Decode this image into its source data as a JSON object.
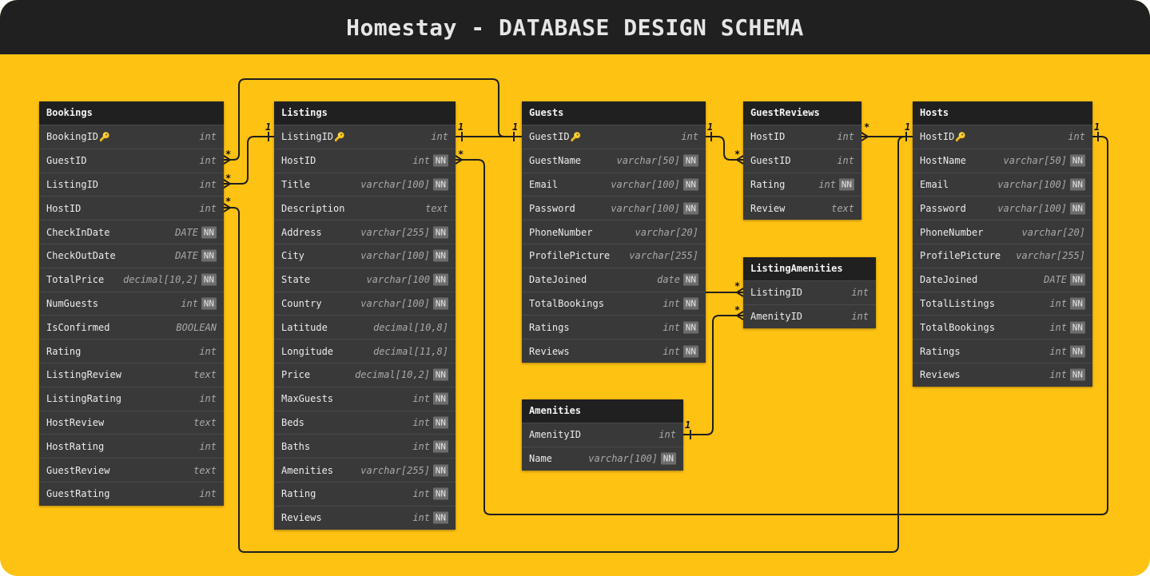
{
  "diagram": {
    "title": "Homestay - DATABASE DESIGN SCHEMA"
  },
  "tables": [
    {
      "name": "Bookings",
      "fields": [
        {
          "name": "BookingID",
          "type": "int",
          "nn": false,
          "pk": true
        },
        {
          "name": "GuestID",
          "type": "int",
          "nn": false
        },
        {
          "name": "ListingID",
          "type": "int",
          "nn": false
        },
        {
          "name": "HostID",
          "type": "int",
          "nn": false
        },
        {
          "name": "CheckInDate",
          "type": "DATE",
          "nn": true
        },
        {
          "name": "CheckOutDate",
          "type": "DATE",
          "nn": true
        },
        {
          "name": "TotalPrice",
          "type": "decimal[10,2]",
          "nn": true
        },
        {
          "name": "NumGuests",
          "type": "int",
          "nn": true
        },
        {
          "name": "IsConfirmed",
          "type": "BOOLEAN",
          "nn": false
        },
        {
          "name": "Rating",
          "type": "int",
          "nn": false
        },
        {
          "name": "ListingReview",
          "type": "text",
          "nn": false
        },
        {
          "name": "ListingRating",
          "type": "int",
          "nn": false
        },
        {
          "name": "HostReview",
          "type": "text",
          "nn": false
        },
        {
          "name": "HostRating",
          "type": "int",
          "nn": false
        },
        {
          "name": "GuestReview",
          "type": "text",
          "nn": false
        },
        {
          "name": "GuestRating",
          "type": "int",
          "nn": false
        }
      ]
    },
    {
      "name": "Listings",
      "fields": [
        {
          "name": "ListingID",
          "type": "int",
          "nn": false,
          "pk": true
        },
        {
          "name": "HostID",
          "type": "int",
          "nn": true
        },
        {
          "name": "Title",
          "type": "varchar[100]",
          "nn": true
        },
        {
          "name": "Description",
          "type": "text",
          "nn": false
        },
        {
          "name": "Address",
          "type": "varchar[255]",
          "nn": true
        },
        {
          "name": "City",
          "type": "varchar[100]",
          "nn": true
        },
        {
          "name": "State",
          "type": "varchar[100",
          "nn": true
        },
        {
          "name": "Country",
          "type": "varchar[100]",
          "nn": true
        },
        {
          "name": "Latitude",
          "type": "decimal[10,8]",
          "nn": false
        },
        {
          "name": "Longitude",
          "type": "decimal[11,8]",
          "nn": false
        },
        {
          "name": "Price",
          "type": "decimal[10,2]",
          "nn": true
        },
        {
          "name": "MaxGuests",
          "type": "int",
          "nn": true
        },
        {
          "name": "Beds",
          "type": "int",
          "nn": true
        },
        {
          "name": "Baths",
          "type": "int",
          "nn": true
        },
        {
          "name": "Amenities",
          "type": "varchar[255]",
          "nn": true
        },
        {
          "name": "Rating",
          "type": "int",
          "nn": true
        },
        {
          "name": "Reviews",
          "type": "int",
          "nn": true
        }
      ]
    },
    {
      "name": "Guests",
      "fields": [
        {
          "name": "GuestID",
          "type": "int",
          "nn": false,
          "pk": true
        },
        {
          "name": "GuestName",
          "type": "varchar[50]",
          "nn": true
        },
        {
          "name": "Email",
          "type": "varchar[100]",
          "nn": true
        },
        {
          "name": "Password",
          "type": "varchar[100]",
          "nn": true
        },
        {
          "name": "PhoneNumber",
          "type": "varchar[20]",
          "nn": false
        },
        {
          "name": "ProfilePicture",
          "type": "varchar[255]",
          "nn": false
        },
        {
          "name": "DateJoined",
          "type": "date",
          "nn": true
        },
        {
          "name": "TotalBookings",
          "type": "int",
          "nn": true
        },
        {
          "name": "Ratings",
          "type": "int",
          "nn": true
        },
        {
          "name": "Reviews",
          "type": "int",
          "nn": true
        }
      ]
    },
    {
      "name": "GuestReviews",
      "fields": [
        {
          "name": "HostID",
          "type": "int",
          "nn": false
        },
        {
          "name": "GuestID",
          "type": "int",
          "nn": false
        },
        {
          "name": "Rating",
          "type": "int",
          "nn": true
        },
        {
          "name": "Review",
          "type": "text",
          "nn": false
        }
      ]
    },
    {
      "name": "ListingAmenities",
      "fields": [
        {
          "name": "ListingID",
          "type": "int",
          "nn": false
        },
        {
          "name": "AmenityID",
          "type": "int",
          "nn": false
        }
      ]
    },
    {
      "name": "Amenities",
      "fields": [
        {
          "name": "AmenityID",
          "type": "int",
          "nn": false
        },
        {
          "name": "Name",
          "type": "varchar[100]",
          "nn": true
        }
      ]
    },
    {
      "name": "Hosts",
      "fields": [
        {
          "name": "HostID",
          "type": "int",
          "nn": false,
          "pk": true
        },
        {
          "name": "HostName",
          "type": "varchar[50]",
          "nn": true
        },
        {
          "name": "Email",
          "type": "varchar[100]",
          "nn": true
        },
        {
          "name": "Password",
          "type": "varchar[100]",
          "nn": true
        },
        {
          "name": "PhoneNumber",
          "type": "varchar[20]",
          "nn": false
        },
        {
          "name": "ProfilePicture",
          "type": "varchar[255]",
          "nn": false
        },
        {
          "name": "DateJoined",
          "type": "DATE",
          "nn": true
        },
        {
          "name": "TotalListings",
          "type": "int",
          "nn": true
        },
        {
          "name": "TotalBookings",
          "type": "int",
          "nn": true
        },
        {
          "name": "Ratings",
          "type": "int",
          "nn": true
        },
        {
          "name": "Reviews",
          "type": "int",
          "nn": true
        }
      ]
    }
  ],
  "labels": {
    "nn_badge": "NN",
    "key_icon": "🔑"
  },
  "relationships": [
    {
      "from": "Bookings.GuestID",
      "to": "Guests.GuestID",
      "from_card": "*",
      "to_card": "1"
    },
    {
      "from": "Bookings.ListingID",
      "to": "Listings.ListingID",
      "from_card": "*",
      "to_card": "1"
    },
    {
      "from": "Bookings.HostID",
      "to": "Hosts.HostID",
      "from_card": "*",
      "to_card": "1"
    },
    {
      "from": "Listings.HostID",
      "to": "Hosts.HostID",
      "from_card": "*",
      "to_card": "1"
    },
    {
      "from": "GuestReviews.GuestID",
      "to": "Guests.GuestID",
      "from_card": "*",
      "to_card": "1"
    },
    {
      "from": "GuestReviews.HostID",
      "to": "Hosts.HostID",
      "from_card": "*",
      "to_card": "1"
    },
    {
      "from": "ListingAmenities.ListingID",
      "to": "Listings.ListingID",
      "from_card": "*",
      "to_card": "1"
    },
    {
      "from": "ListingAmenities.AmenityID",
      "to": "Amenities.AmenityID",
      "from_card": "*",
      "to_card": "1"
    }
  ]
}
